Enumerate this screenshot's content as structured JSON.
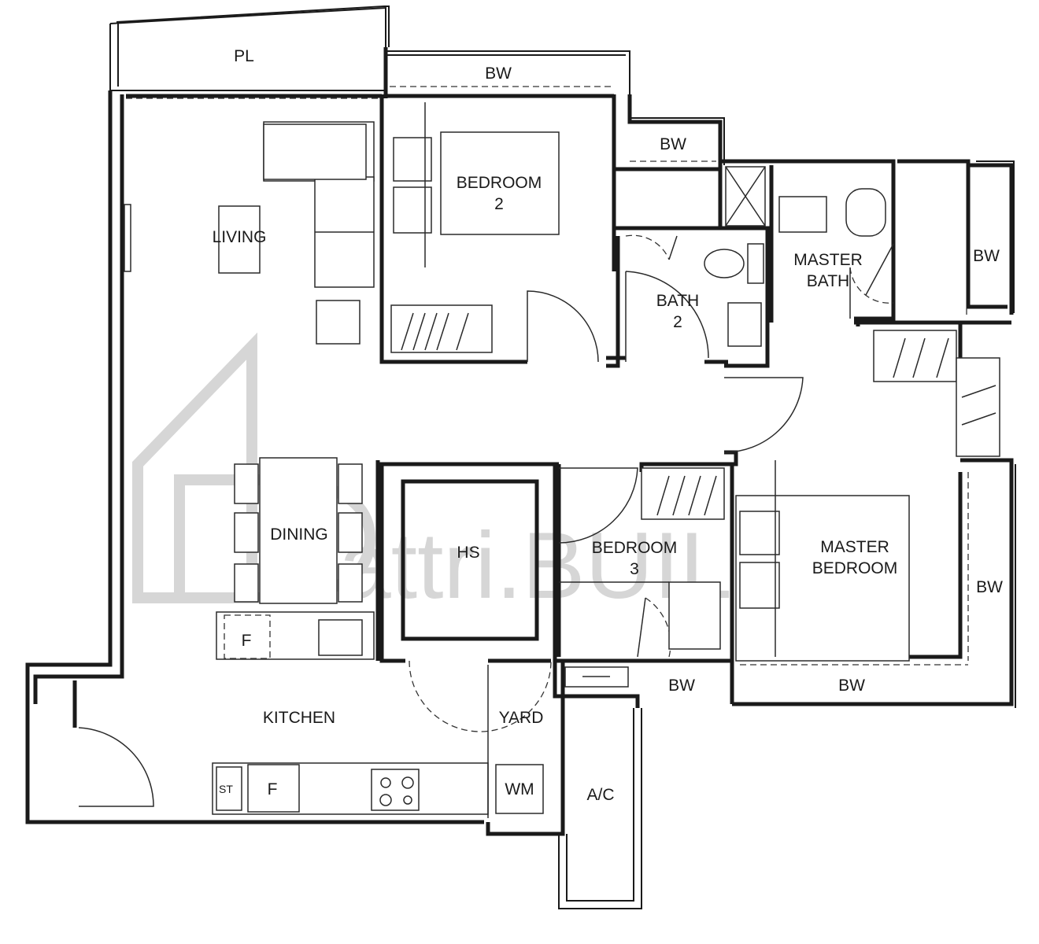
{
  "watermark": {
    "text": "attri.BUILD"
  },
  "rooms": {
    "pl": "PL",
    "bw_top": "BW",
    "bw_bath2": "BW",
    "bw_right_top": "BW",
    "bw_right_mid": "BW",
    "bw_bottom_left": "BW",
    "bw_bottom_right": "BW",
    "living": "LIVING",
    "bedroom2": [
      "BEDROOM",
      "2"
    ],
    "bath2": [
      "BATH",
      "2"
    ],
    "master_bath": [
      "MASTER",
      "BATH"
    ],
    "dining": "DINING",
    "hs": "HS",
    "bedroom3": [
      "BEDROOM",
      "3"
    ],
    "master_bedroom": [
      "MASTER",
      "BEDROOM"
    ],
    "kitchen": "KITCHEN",
    "yard": "YARD",
    "ac": "A/C",
    "fridge_top": "F",
    "fridge_bottom": "F",
    "store": "ST",
    "wm": "WM"
  }
}
